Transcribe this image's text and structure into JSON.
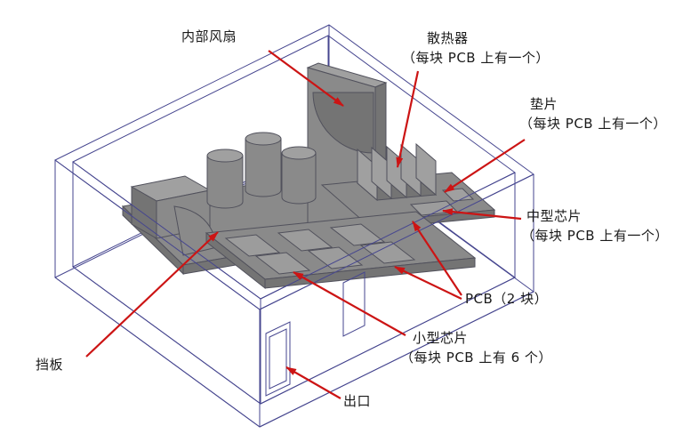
{
  "labels": {
    "internal_fan": {
      "text": "内部风扇"
    },
    "heatsink": {
      "line1": "散热器",
      "line2": "（每块 PCB 上有一个）"
    },
    "gasket": {
      "line1": "垫片",
      "line2": "（每块 PCB 上有一个）"
    },
    "medium_chip": {
      "line1": "中型芯片",
      "line2": "（每块 PCB 上有一个）"
    },
    "pcb": {
      "text": "PCB（2 块）"
    },
    "small_chip": {
      "line1": "小型芯片",
      "line2": "（每块 PCB 上有 6 个）"
    },
    "baffle": {
      "text": "挡板"
    },
    "outlet": {
      "text": "出口"
    }
  },
  "colors": {
    "background": "#ffffff",
    "wireframe": "#46468f",
    "component_fill": "#8a8a8a",
    "component_top": "#a0a0a0",
    "component_dark": "#747474",
    "chip_fill": "#9c9c9c",
    "component_edge": "#51515c",
    "arrow": "#cc1414",
    "text": "#1a1a1a"
  }
}
